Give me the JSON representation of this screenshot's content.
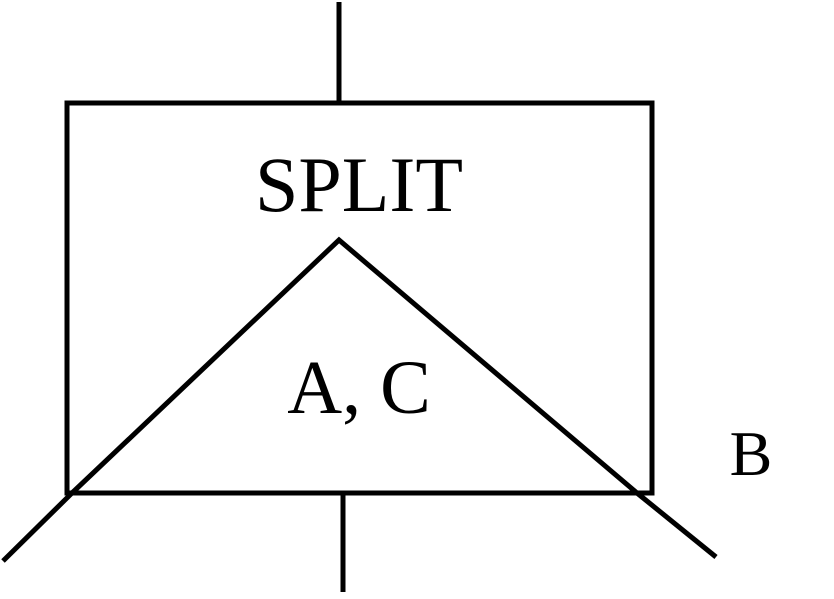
{
  "diagram": {
    "box_label": "SPLIT",
    "triangle_label": "A, C",
    "side_label": "B"
  },
  "colors": {
    "stroke": "#000000",
    "background": "#ffffff"
  }
}
